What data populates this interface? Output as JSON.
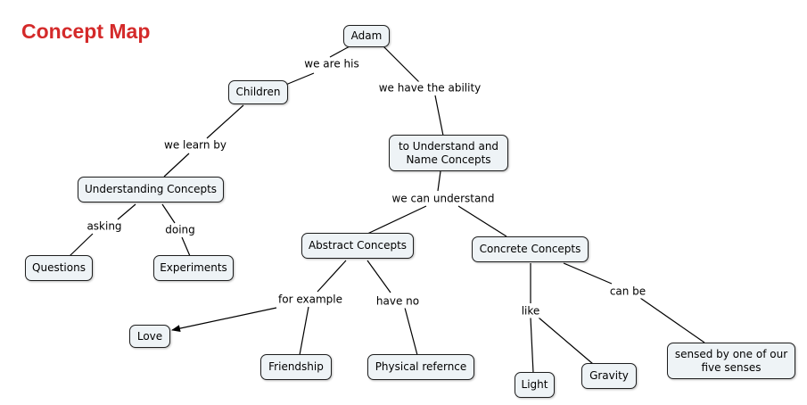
{
  "title": "Concept Map",
  "nodes": {
    "adam": "Adam",
    "children": "Children",
    "understand_name": "to Understand and\nName Concepts",
    "understanding": "Understanding Concepts",
    "abstract": "Abstract Concepts",
    "concrete": "Concrete Concepts",
    "questions": "Questions",
    "experiments": "Experiments",
    "love": "Love",
    "friendship": "Friendship",
    "physical": "Physical refernce",
    "light": "Light",
    "gravity": "Gravity",
    "senses": "sensed by one of our\nfive senses"
  },
  "links": {
    "we_are_his": "we are his",
    "we_have_ability": "we have the ability",
    "we_learn_by": "we learn by",
    "we_can_understand": "we can understand",
    "asking": "asking",
    "doing": "doing",
    "for_example": "for example",
    "have_no": "have no",
    "like": "like",
    "can_be": "can be"
  },
  "colors": {
    "title": "#d42a2a",
    "node_fill": "#eef3f6",
    "line": "#000000"
  }
}
